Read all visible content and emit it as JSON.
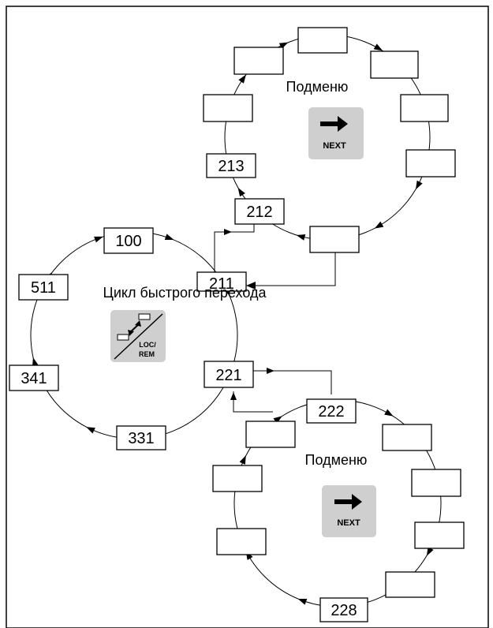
{
  "top_cycle": {
    "title": "Подменю",
    "key": {
      "label": "NEXT",
      "icon": "right-arrow-icon"
    },
    "items": [
      "212",
      "213"
    ]
  },
  "main_cycle": {
    "title": "Цикл быстрого перехода",
    "key": {
      "label_line1": "LOC/",
      "label_line2": "REM",
      "icon": "loc-rem-switch-icon"
    },
    "items": [
      "100",
      "511",
      "211",
      "341",
      "331",
      "221"
    ]
  },
  "bottom_cycle": {
    "title": "Подменю",
    "key": {
      "label": "NEXT",
      "icon": "right-arrow-icon"
    },
    "items": [
      "222",
      "228"
    ]
  },
  "colors": {
    "key_background": "#cfcfcf",
    "line": "#000000"
  }
}
